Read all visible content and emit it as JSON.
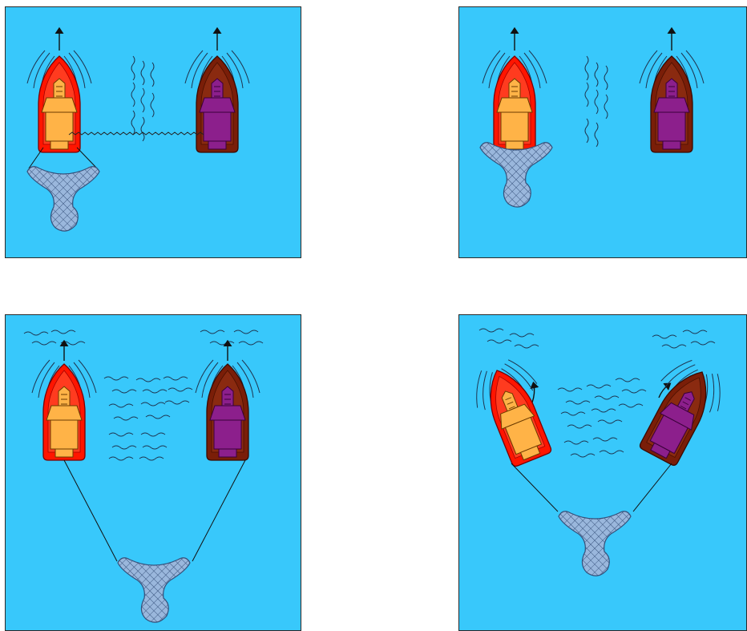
{
  "diagram": {
    "water_color": "#38c8fb",
    "boat_a": {
      "hull": "#ff0000",
      "cabin": "#ffb347",
      "name": "red-boat"
    },
    "boat_b": {
      "hull": "#7a1e08",
      "cabin": "#8c1f8c",
      "name": "brown-boat"
    },
    "net_color": "#9ab7dc",
    "panels": [
      {
        "id": "p1",
        "step": 1
      },
      {
        "id": "p2",
        "step": 2
      },
      {
        "id": "p3",
        "step": 3
      },
      {
        "id": "p4",
        "step": 4
      }
    ]
  }
}
